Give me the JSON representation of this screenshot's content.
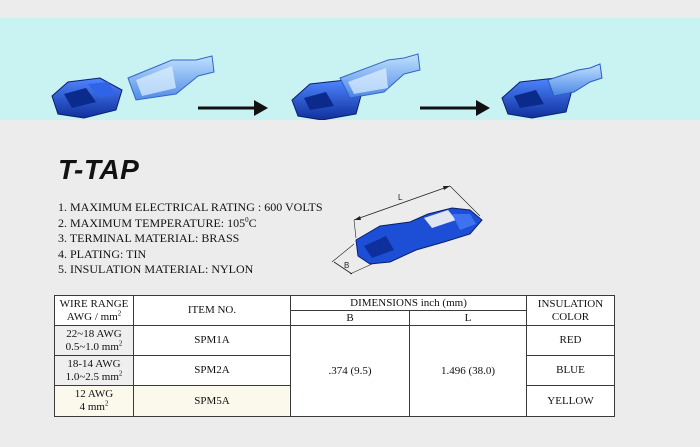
{
  "title": "T-TAP",
  "specs": [
    "1. MAXIMUM ELECTRICAL RATING : 600 VOLTS",
    "2. MAXIMUM TEMPERATURE: 105",
    "3. TERMINAL MATERIAL: BRASS",
    "4. PLATING: TIN",
    "5. INSULATION MATERIAL: NYLON"
  ],
  "temp_unit": "0",
  "temp_suffix": "C",
  "drawing": {
    "label_l": "L",
    "label_b": "B"
  },
  "table": {
    "h_wire_range": "WIRE RANGE",
    "h_awg": "AWG / mm",
    "h_awg_sup": "2",
    "h_item": "ITEM NO.",
    "h_dimensions": "DIMENSIONS  inch (mm)",
    "h_b": "B",
    "h_l": "L",
    "h_insulation": "INSULATION",
    "h_color": "COLOR",
    "rows": [
      {
        "awg": "22~18 AWG",
        "mm": "0.5~1.0 mm",
        "sup": "2",
        "item": "SPM1A",
        "color": "RED"
      },
      {
        "awg": "18-14 AWG",
        "mm": "1.0~2.5 mm",
        "sup": "2",
        "item": "SPM2A",
        "color": "BLUE"
      },
      {
        "awg": "12 AWG",
        "mm": "4 mm",
        "sup": "2",
        "item": "SPM5A",
        "color": "YELLOW"
      }
    ],
    "dim_b": ".374 (9.5)",
    "dim_l": "1.496 (38.0)"
  },
  "colors": {
    "banner": "#c9f2f2",
    "connector_blue": "#1d4fd6",
    "connector_dark": "#0f2f9c",
    "terminal_blue": "#7fb4ff"
  }
}
